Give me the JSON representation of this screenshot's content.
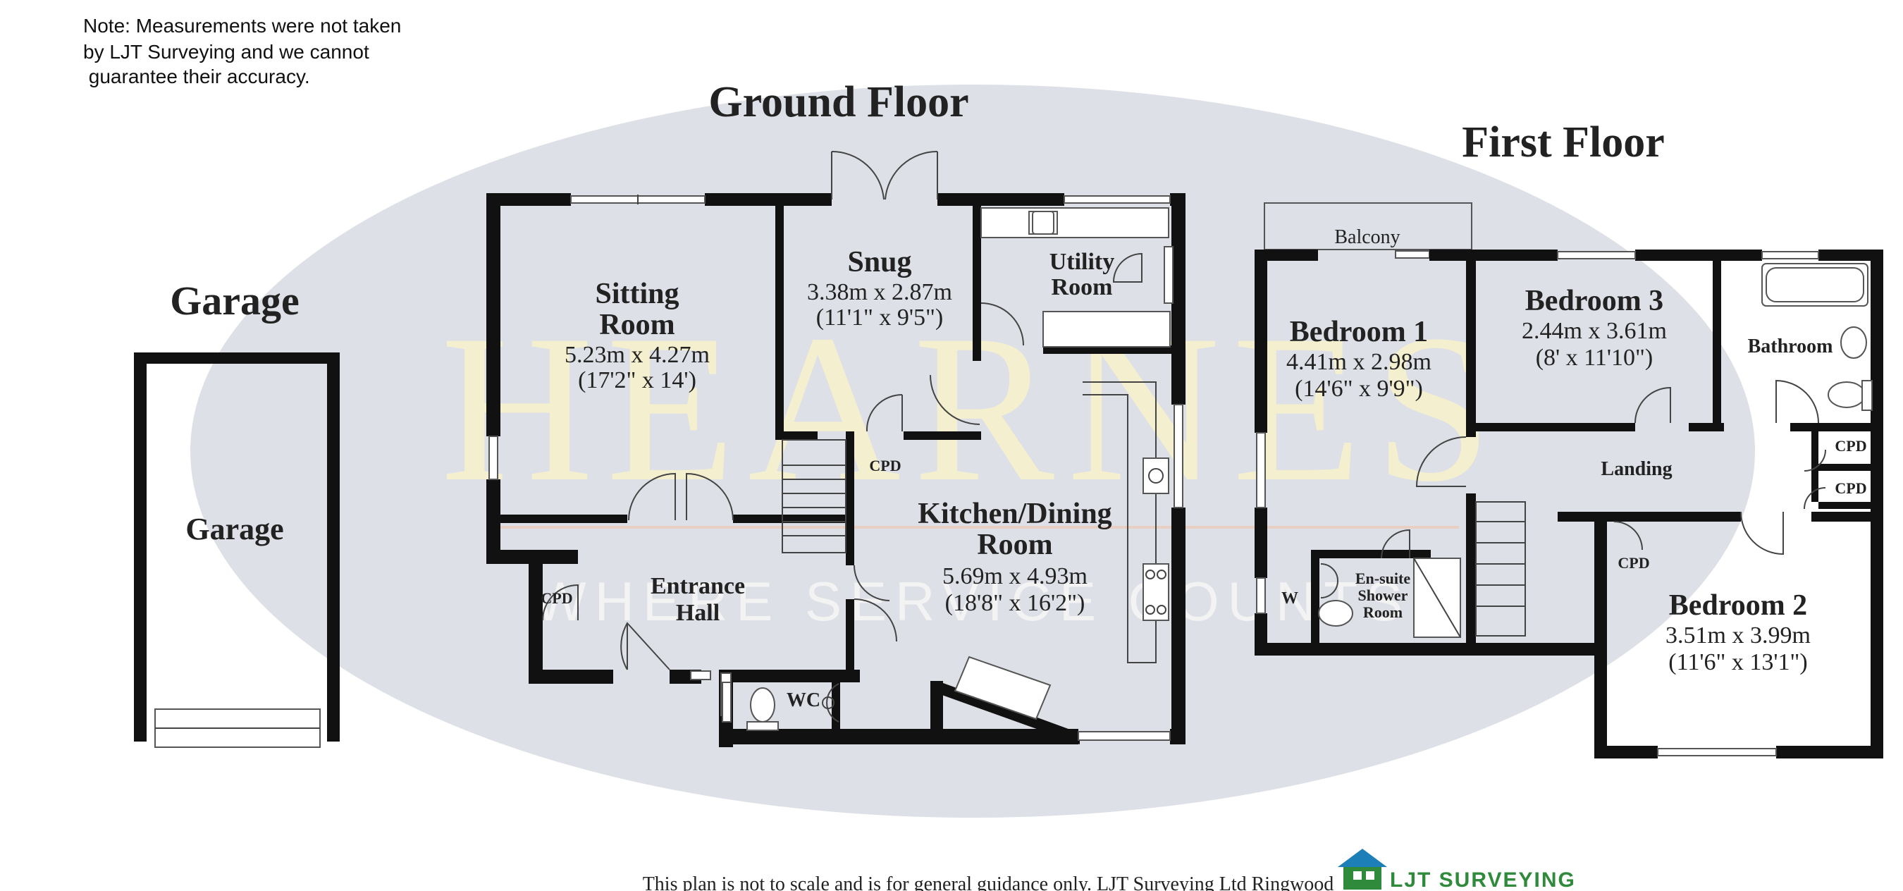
{
  "note": {
    "line1": "Note: Measurements were not taken",
    "line2": "by LJT Surveying and we cannot",
    "line3": " guarantee their accuracy."
  },
  "watermark": {
    "brand": "HEARNES",
    "tagline": "WHERE SERVICE COUNTS"
  },
  "floors": {
    "ground": "Ground Floor",
    "first": "First Floor",
    "garage": "Garage"
  },
  "rooms": {
    "garage": {
      "name": "Garage"
    },
    "sitting": {
      "name1": "Sitting",
      "name2": "Room",
      "metric": "5.23m x 4.27m",
      "imperial": "(17'2\" x 14')"
    },
    "snug": {
      "name": "Snug",
      "metric": "3.38m x 2.87m",
      "imperial": "(11'1\" x 9'5\")"
    },
    "utility": {
      "name1": "Utility",
      "name2": "Room"
    },
    "kitchen": {
      "name1": "Kitchen/Dining",
      "name2": "Room",
      "metric": "5.69m x 4.93m",
      "imperial": "(18'8\" x 16'2\")"
    },
    "entrance": {
      "name1": "Entrance",
      "name2": "Hall"
    },
    "wc": {
      "name": "WC"
    },
    "bedroom1": {
      "name": "Bedroom 1",
      "metric": "4.41m x 2.98m",
      "imperial": "(14'6\" x 9'9\")"
    },
    "bedroom2": {
      "name": "Bedroom 2",
      "metric": "3.51m x 3.99m",
      "imperial": "(11'6\" x 13'1\")"
    },
    "bedroom3": {
      "name": "Bedroom 3",
      "metric": "2.44m x 3.61m",
      "imperial": "(8' x 11'10\")"
    },
    "bathroom": {
      "name": "Bathroom"
    },
    "landing": {
      "name": "Landing"
    },
    "balcony": {
      "name": "Balcony"
    },
    "ensuite": {
      "line1": "En-suite",
      "line2": "Shower",
      "line3": "Room"
    },
    "w": {
      "name": "W"
    },
    "cpd": "CPD"
  },
  "footer": {
    "disclaimer": "This plan is not to scale and is for general guidance only. LJT Surveying Ltd Ringwood",
    "logo_text": "LJT SURVEYING"
  },
  "colors": {
    "watermark_ellipse": "#dde0e6",
    "watermark_text": "#f3efcc",
    "walls": "#111111",
    "logo_green": "#2f8a3c",
    "logo_blue": "#1c7fb8"
  }
}
